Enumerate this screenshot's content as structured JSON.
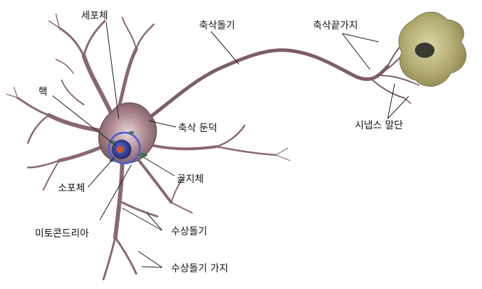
{
  "labels": {
    "cell_body": "세포체",
    "nucleus": "핵",
    "soma": "소포체",
    "mitochondria": "미토콘드리아",
    "axon": "축삭돌기",
    "axon_hillock": "축삭 둔덕",
    "golgi": "골지체",
    "dendrite": "수상돌기",
    "dendrite_branch": "수상돌기 가지",
    "axon_terminal": "축삭끝가지",
    "synaptic_terminal": "시냅스 말단"
  },
  "colors": {
    "neuron": "#9b7880",
    "neuron_dark": "#6e4d57",
    "nucleus": "#2e3a8c",
    "nucleolus": "#d4561e",
    "target_cell": "#b8b27a",
    "line": "#1a1a1a"
  }
}
